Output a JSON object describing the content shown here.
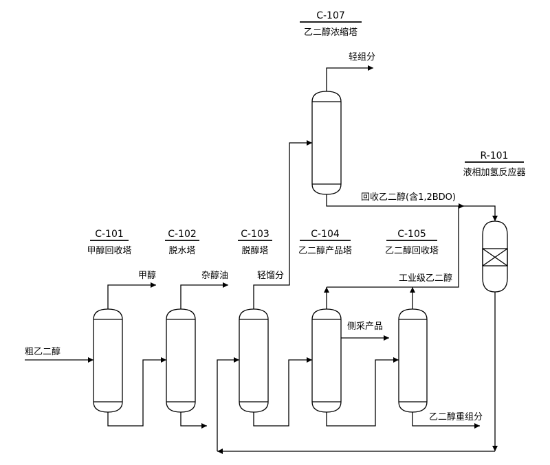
{
  "towers": [
    {
      "id": "C-101",
      "name": "甲醇回收塔"
    },
    {
      "id": "C-102",
      "name": "脱水塔"
    },
    {
      "id": "C-103",
      "name": "脱醇塔"
    },
    {
      "id": "C-104",
      "name": "乙二醇产品塔"
    },
    {
      "id": "C-105",
      "name": "乙二醇回收塔"
    },
    {
      "id": "C-107",
      "name": "乙二醇浓缩塔"
    }
  ],
  "reactor": {
    "id": "R-101",
    "name": "液相加氢反应器"
  },
  "streams": {
    "feed": "粗乙二醇",
    "methanol": "甲醇",
    "miscellaneous_alcohol_oil": "杂醇油",
    "light_fraction_c103": "轻馏分",
    "light_component_c107": "轻组分",
    "recycle_eg": "回收乙二醇(含1,2BDO)",
    "industrial_eg": "工业级乙二醇",
    "side_product": "侧采产品",
    "heavy_component": "乙二醇重组分"
  }
}
